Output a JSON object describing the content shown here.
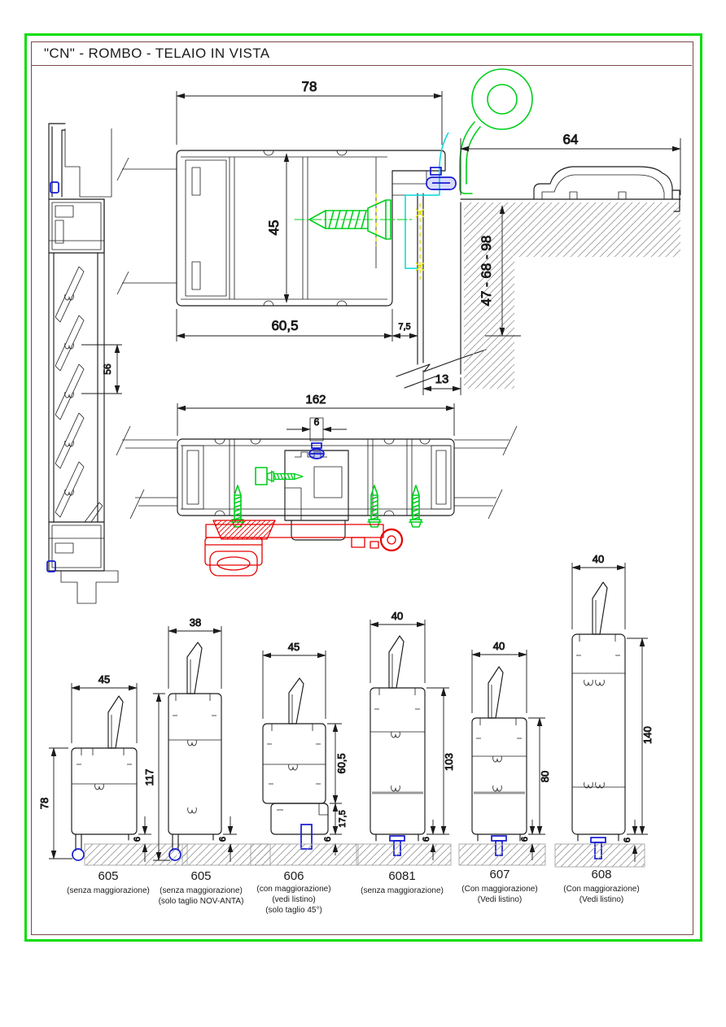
{
  "page": {
    "title": "\"CN\" - ROMBO - TELAIO IN VISTA"
  },
  "colors": {
    "border_green": "#0bdd0b",
    "frame_maroon": "#7c4848",
    "line": "#1b1b1b",
    "hatch_gray": "#9a9a9a",
    "detail_green": "#00cf1d",
    "detail_cyan": "#00d9d9",
    "detail_blue": "#151bd2",
    "detail_yellow": "#e0e000",
    "detail_red": "#e60000"
  },
  "head_section": {
    "dim_overall_width": "78",
    "dim_frame_height": "45",
    "dim_frame_width": "60,5",
    "dim_fin_offset": "7,5",
    "dim_wall_gap": "13",
    "dim_cover_width": "64",
    "dim_wall_depth_options": "47 - 68 - 98"
  },
  "side_elevation": {
    "dim_slat_pitch": "56"
  },
  "plan_section": {
    "dim_total_width": "162",
    "dim_center_gap": "6"
  },
  "profiles": [
    {
      "code": "605",
      "notes": [
        "(senza maggiorazione)"
      ],
      "dim_width": "45",
      "dim_height": "78",
      "dim_base": "6"
    },
    {
      "code": "605",
      "notes": [
        "(senza maggiorazione)",
        "(solo taglio NOV-ANTA)"
      ],
      "dim_width": "38",
      "dim_height": "117",
      "dim_base": "6"
    },
    {
      "code": "606",
      "notes": [
        "(con maggiorazione)",
        "(vedi listino)",
        "(solo taglio 45°)"
      ],
      "dim_width": "45",
      "dim_height": "60,5",
      "dim_mid": "17,5",
      "dim_base": "6"
    },
    {
      "code": "6081",
      "notes": [
        "(senza maggiorazione)"
      ],
      "dim_width": "40",
      "dim_height": "103",
      "dim_base": "6"
    },
    {
      "code": "607",
      "notes": [
        "(Con maggiorazione)",
        "(Vedi listino)"
      ],
      "dim_width": "40",
      "dim_height": "80",
      "dim_base": "6"
    },
    {
      "code": "608",
      "notes": [
        "(Con maggiorazione)",
        "(Vedi listino)"
      ],
      "dim_width": "40",
      "dim_height": "140",
      "dim_base": "6"
    }
  ]
}
